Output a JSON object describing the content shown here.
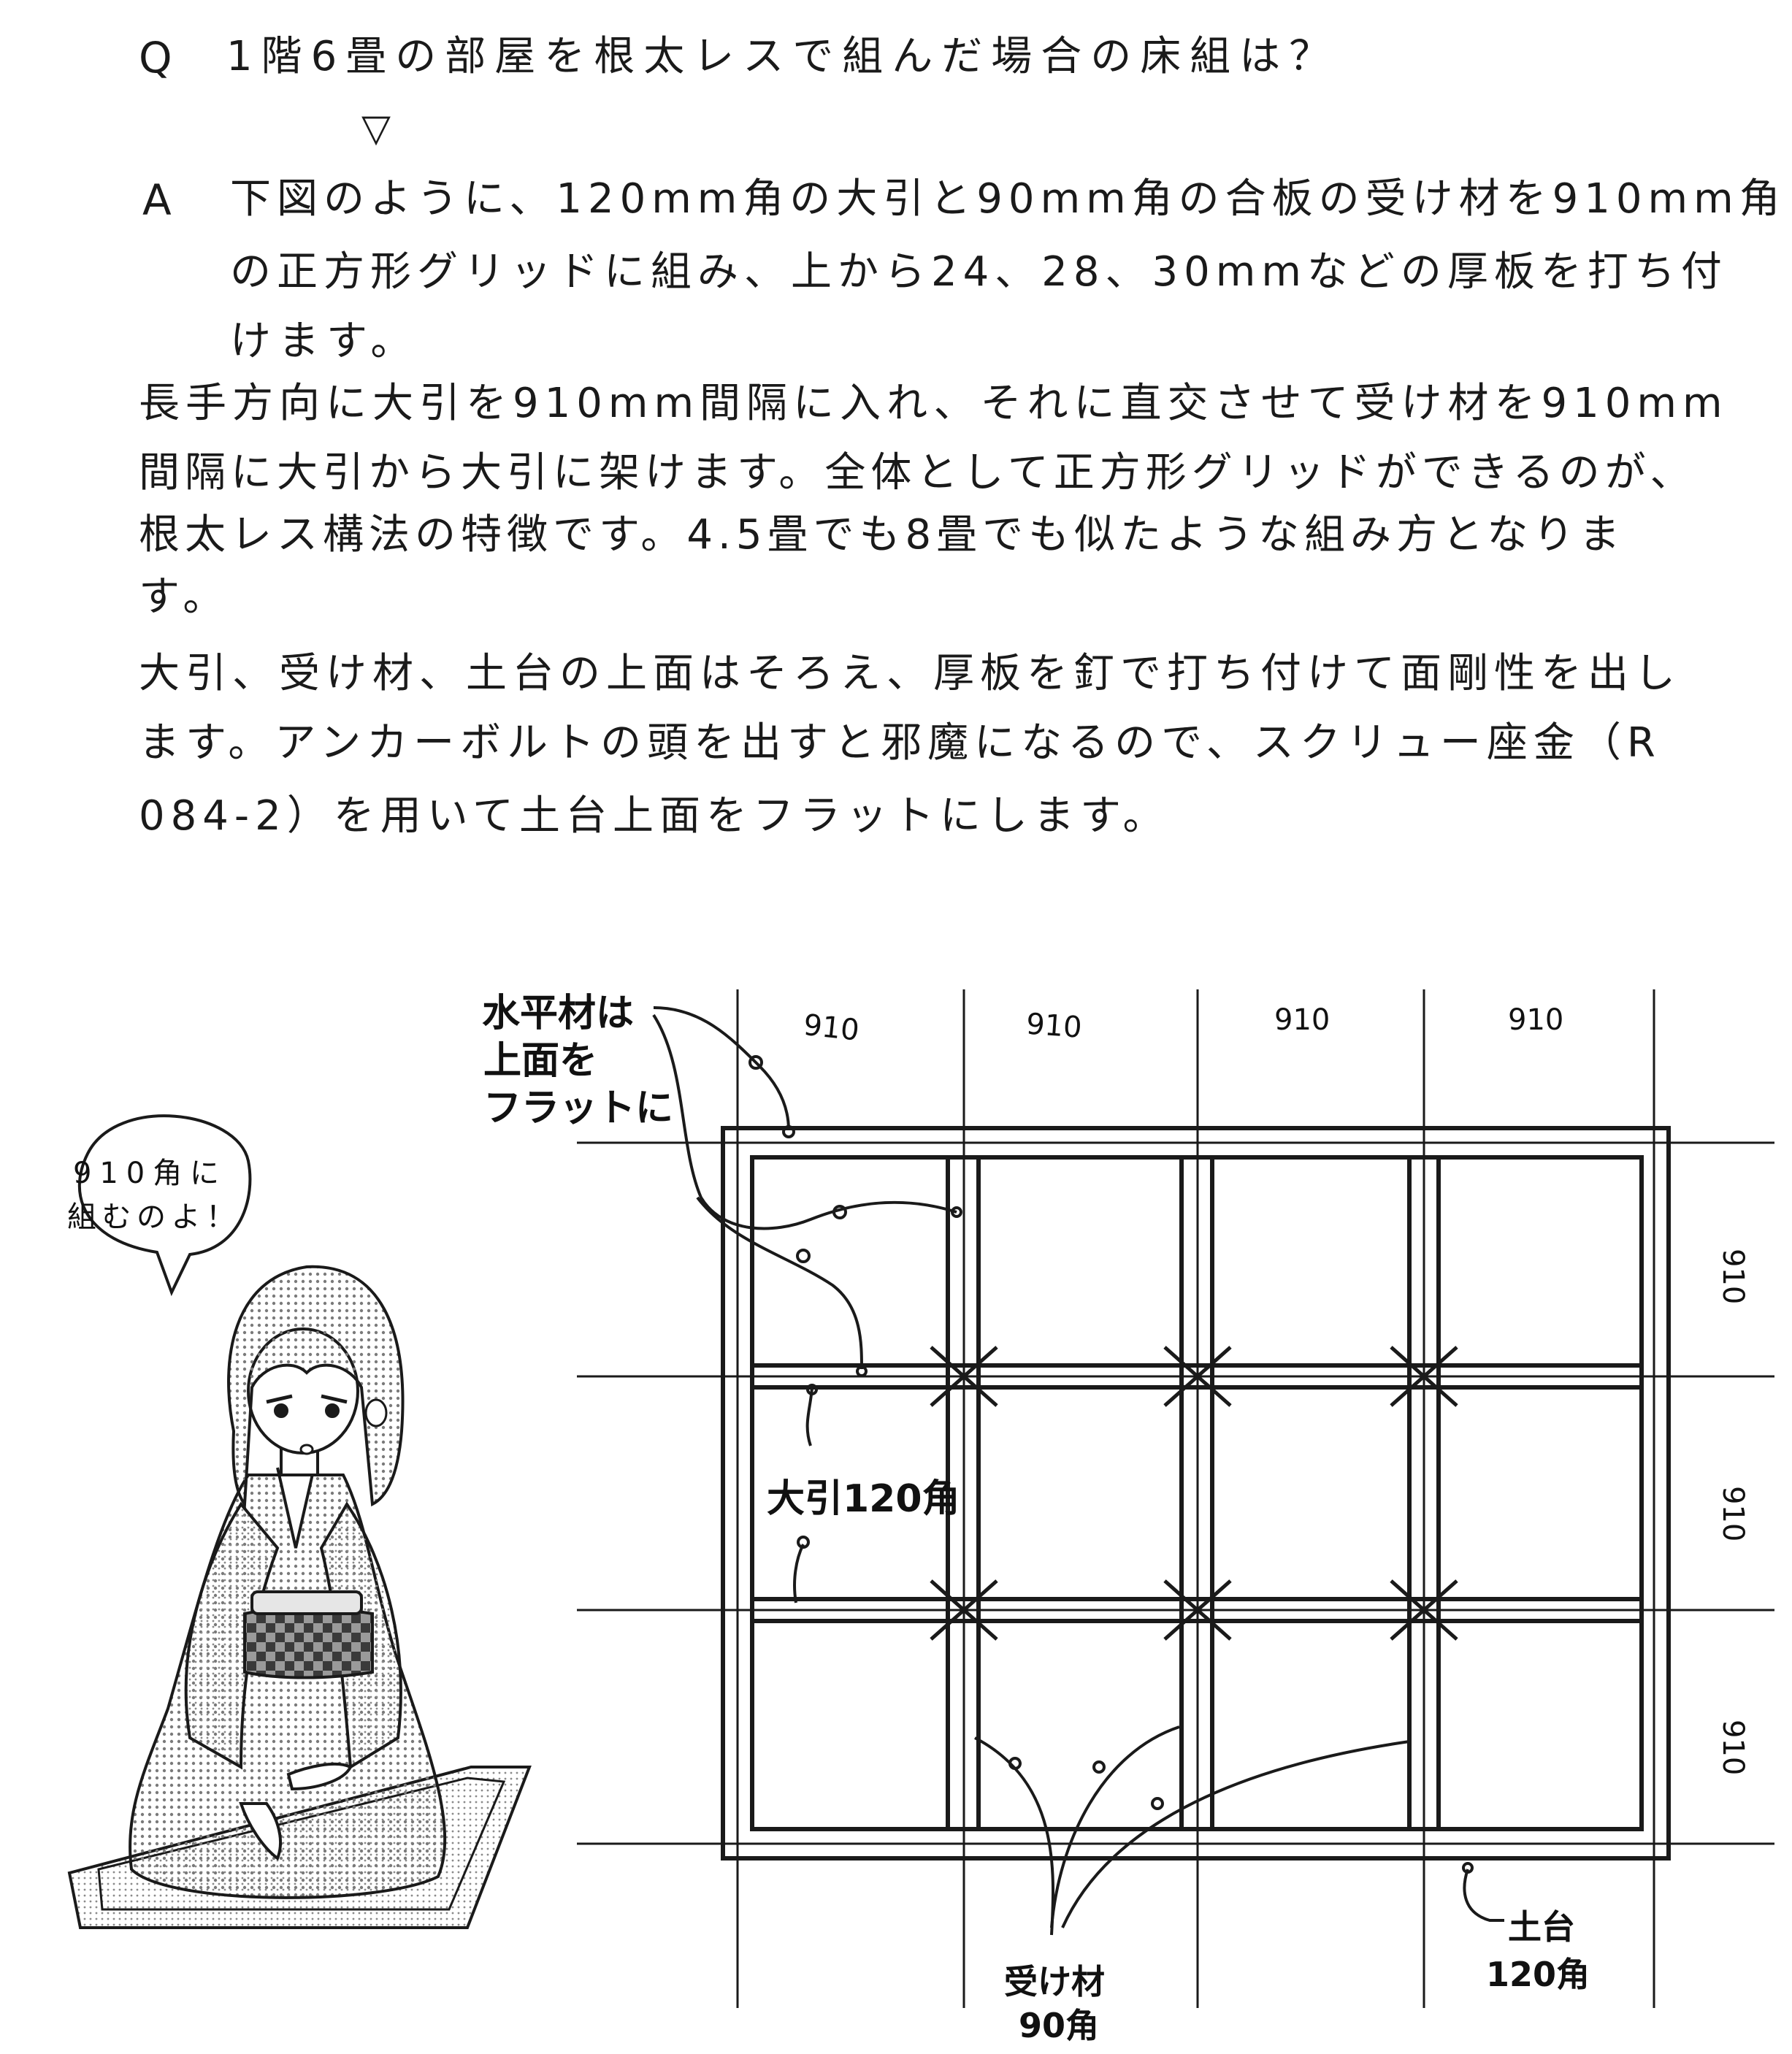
{
  "question": {
    "marker": "Q",
    "text": "1階6畳の部屋を根太レスで組んだ場合の床組は？",
    "arrow": "▽"
  },
  "answer": {
    "marker": "A",
    "lines": [
      "下図のように、120mm角の大引と90mm角の合板の受け材を910mm角",
      "の正方形グリッドに組み、上から24、28、30mmなどの厚板を打ち付",
      "けます。"
    ]
  },
  "paragraph1": {
    "lines": [
      "長手方向に大引を910mm間隔に入れ、それに直交させて受け材を910mm",
      "間隔に大引から大引に架けます。全体として正方形グリッドができるのが、",
      "根太レス構法の特徴です。4.5畳でも8畳でも似たような組み方となりま",
      "す。"
    ]
  },
  "paragraph2": {
    "lines": [
      "大引、受け材、土台の上面はそろえ、厚板を釘で打ち付けて面剛性を出し",
      "ます。アンカーボルトの頭を出すと邪魔になるので、スクリュー座金（R",
      "084-2）を用いて土台上面をフラットにします。"
    ]
  },
  "speech_bubble": {
    "line1": "910角に",
    "line2": "組むのよ！"
  },
  "diagram": {
    "top_dims": [
      "910",
      "910",
      "910",
      "910"
    ],
    "side_dims": [
      "910",
      "910",
      "910"
    ],
    "label_flat": [
      "水平材は",
      "上面を",
      "フラットに"
    ],
    "label_obiki": "大引120角",
    "label_ukezai": [
      "受け材",
      "90角"
    ],
    "label_dodai": [
      "土台",
      "120角"
    ]
  },
  "colors": {
    "ink": "#1a1a1a",
    "paper": "#ffffff",
    "screentone": "#b8b8b8"
  }
}
